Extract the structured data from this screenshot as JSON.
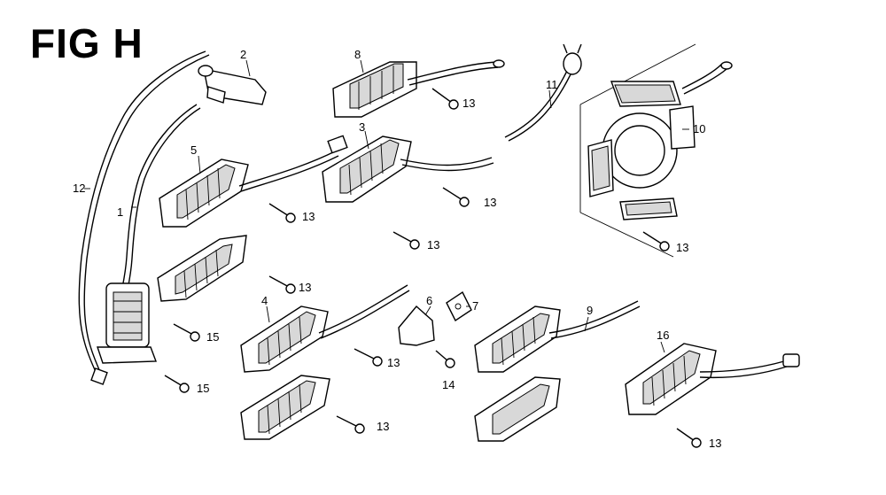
{
  "figure": {
    "title": "FIG H"
  },
  "callouts": [
    {
      "id": "c1",
      "text": "1"
    },
    {
      "id": "c2",
      "text": "2"
    },
    {
      "id": "c3",
      "text": "3"
    },
    {
      "id": "c4",
      "text": "4"
    },
    {
      "id": "c5",
      "text": "5"
    },
    {
      "id": "c6",
      "text": "6"
    },
    {
      "id": "c7",
      "text": "7"
    },
    {
      "id": "c8",
      "text": "8"
    },
    {
      "id": "c9",
      "text": "9"
    },
    {
      "id": "c10",
      "text": "10"
    },
    {
      "id": "c11",
      "text": "11"
    },
    {
      "id": "c12",
      "text": "12"
    },
    {
      "id": "c13",
      "text": "13"
    },
    {
      "id": "c14",
      "text": "14"
    },
    {
      "id": "c15",
      "text": "15"
    },
    {
      "id": "c16",
      "text": "16"
    }
  ]
}
